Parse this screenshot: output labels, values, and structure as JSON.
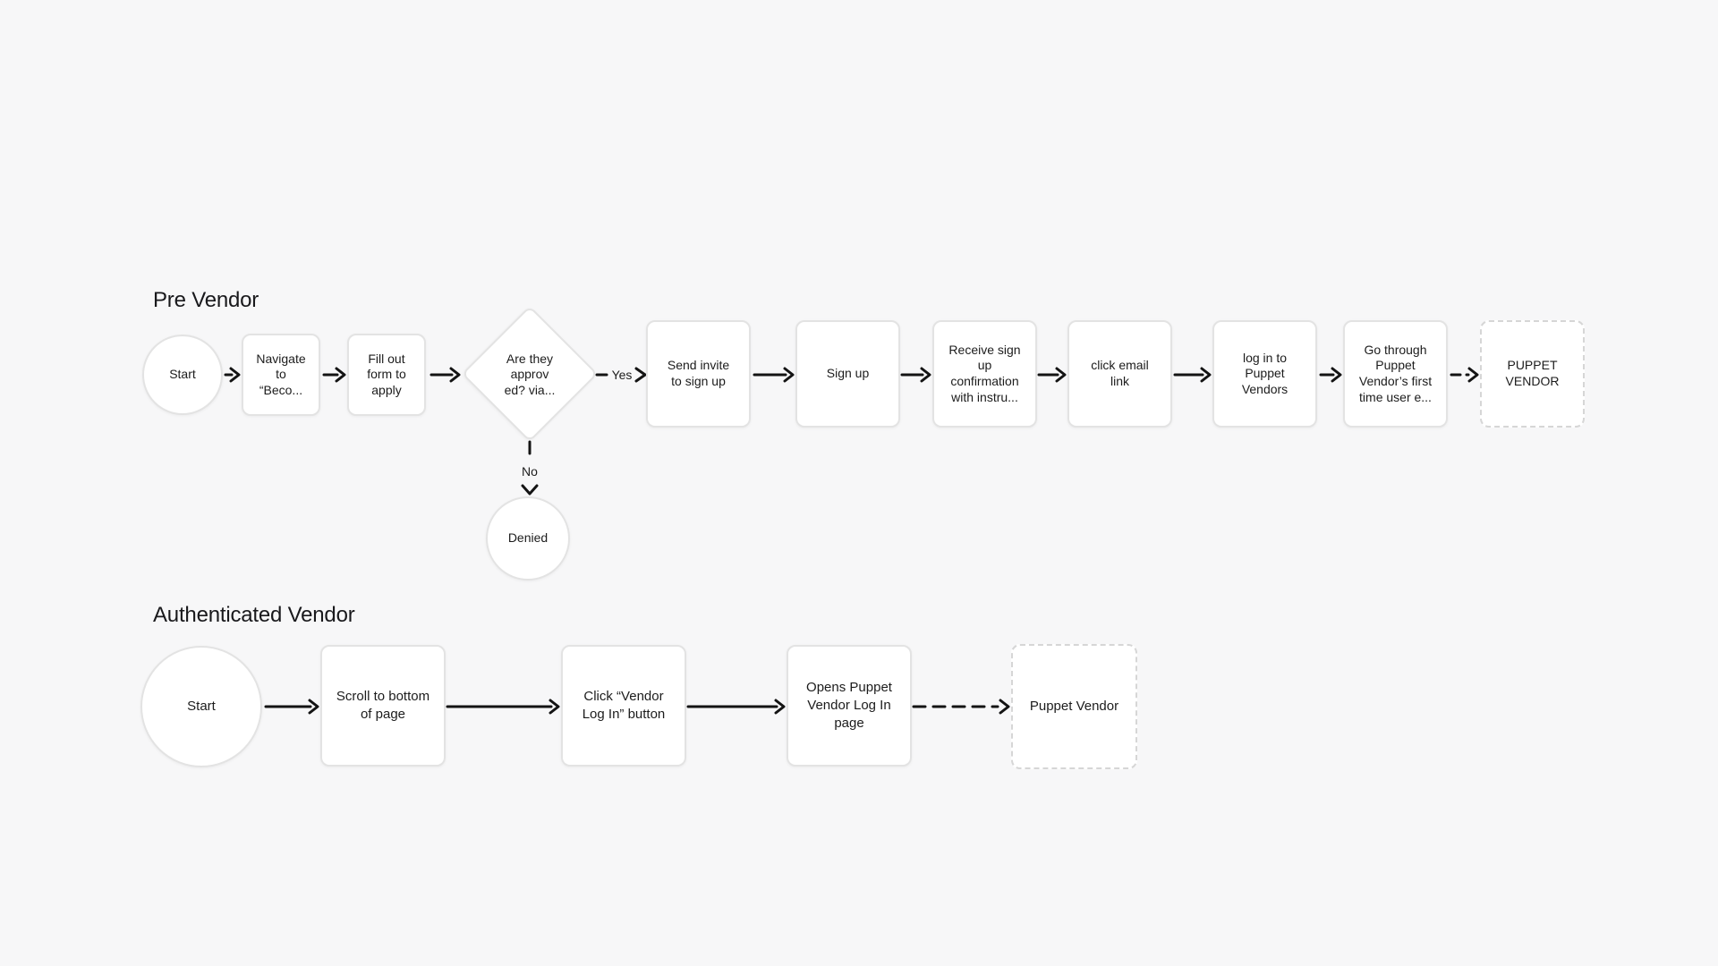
{
  "colors": {
    "background": "#f7f7f8",
    "node_fill": "#ffffff",
    "node_border": "#e3e3e3",
    "dashed_border": "#d6d6d6",
    "connector": "#141414",
    "text": "#1c1c1c"
  },
  "pre_vendor": {
    "title": "Pre Vendor",
    "nodes": {
      "start": "Start",
      "navigate": "Navigate\nto\n“Beco...",
      "fill_out_form": "Fill out\nform to\napply",
      "approval_decision": "Are they\napprov\ned? via...",
      "send_invite": "Send invite\nto sign up",
      "sign_up": "Sign up",
      "receive_confirmation": "Receive sign\nup\nconfirmation\nwith instru...",
      "click_email_link": "click email\nlink",
      "log_in": "log in to\nPuppet\nVendors",
      "first_time_experience": "Go through\nPuppet\nVendor’s first\ntime user e...",
      "puppet_vendor": "PUPPET\nVENDOR",
      "denied": "Denied"
    },
    "branch_labels": {
      "yes": "Yes",
      "no": "No"
    }
  },
  "authenticated_vendor": {
    "title": "Authenticated Vendor",
    "nodes": {
      "start": "Start",
      "scroll_to_bottom": "Scroll to bottom\nof page",
      "click_vendor_login": "Click “Vendor\nLog In” button",
      "opens_login_page": "Opens Puppet\nVendor Log In\npage",
      "puppet_vendor": "Puppet Vendor"
    }
  }
}
